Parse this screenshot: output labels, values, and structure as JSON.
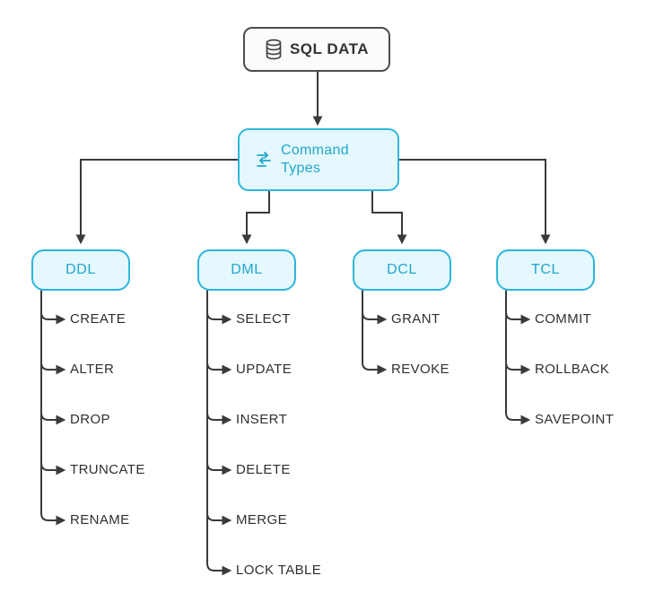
{
  "diagram": {
    "title": "SQL command types flowchart",
    "root": {
      "label": "SQL DATA",
      "icon": "database-icon"
    },
    "hub": {
      "label": "Command Types",
      "icon": "sync-icon"
    },
    "branches": [
      {
        "label": "DDL",
        "items": [
          "CREATE",
          "ALTER",
          "DROP",
          "TRUNCATE",
          "RENAME"
        ]
      },
      {
        "label": "DML",
        "items": [
          "SELECT",
          "UPDATE",
          "INSERT",
          "DELETE",
          "MERGE",
          "LOCK TABLE"
        ]
      },
      {
        "label": "DCL",
        "items": [
          "GRANT",
          "REVOKE"
        ]
      },
      {
        "label": "TCL",
        "items": [
          "COMMIT",
          "ROLLBACK",
          "SAVEPOINT"
        ]
      }
    ],
    "colors": {
      "accent_border": "#2eb6dc",
      "accent_text": "#21a6cd",
      "node_fill": "#e4f8fd",
      "root_border": "#4d4d4d",
      "line": "#3a3a3a",
      "text": "#2f2f2f"
    }
  }
}
